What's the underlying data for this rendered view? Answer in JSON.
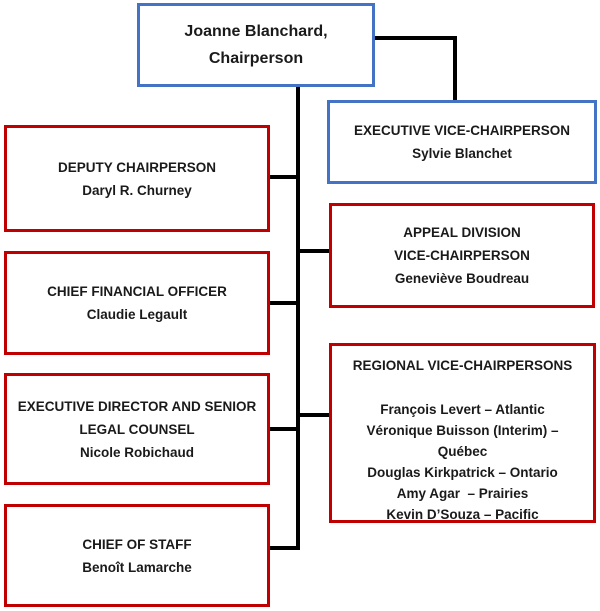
{
  "colors": {
    "executive_border": "#4472C4",
    "staff_border": "#C00000",
    "connector": "#000000",
    "text": "#1a1a1a",
    "background": "#ffffff"
  },
  "boxes": {
    "chairperson": {
      "lines": [
        "Joanne Blanchard,",
        "Chairperson"
      ]
    },
    "executive_vice_chairperson": {
      "lines": [
        "EXECUTIVE VICE-CHAIRPERSON",
        "Sylvie Blanchet"
      ]
    },
    "deputy_chairperson": {
      "lines": [
        "DEPUTY CHAIRPERSON",
        "Daryl R. Churney"
      ]
    },
    "chief_financial_officer": {
      "lines": [
        "CHIEF FINANCIAL OFFICER",
        "Claudie Legault"
      ]
    },
    "executive_director_senior_legal_counsel": {
      "lines": [
        "EXECUTIVE DIRECTOR AND SENIOR",
        "LEGAL COUNSEL",
        "Nicole Robichaud"
      ]
    },
    "chief_of_staff": {
      "lines": [
        "CHIEF OF STAFF",
        "Benoît Lamarche"
      ]
    },
    "appeal_division_vice_chairperson": {
      "lines": [
        "APPEAL DIVISION",
        "VICE-CHAIRPERSON",
        "Geneviève Boudreau"
      ]
    },
    "regional_vice_chairpersons": {
      "title": "REGIONAL VICE-CHAIRPERSONS",
      "members": [
        "François Levert – Atlantic",
        "Véronique Buisson (Interim) – Québec",
        "Douglas Kirkpatrick – Ontario",
        "Amy Agar  – Prairies",
        "Kevin D’Souza – Pacific"
      ]
    }
  }
}
